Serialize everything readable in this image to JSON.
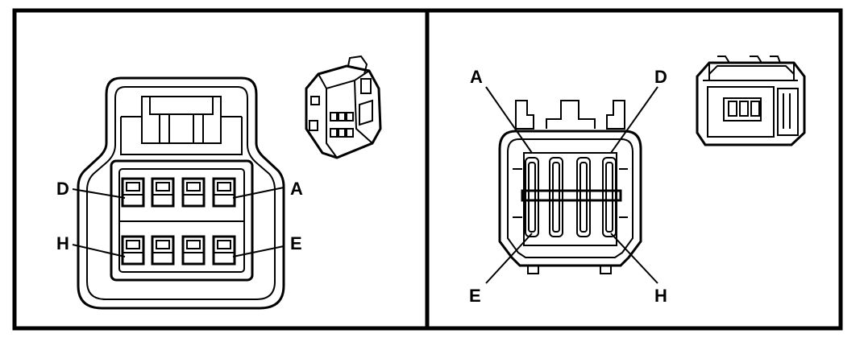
{
  "left_panel": {
    "view": "mating-face",
    "pin_labels": {
      "top_left": "D",
      "top_right": "A",
      "bottom_left": "H",
      "bottom_right": "E"
    }
  },
  "right_panel": {
    "view": "mating-face",
    "pin_labels": {
      "top_left": "A",
      "top_right": "D",
      "bottom_left": "E",
      "bottom_right": "H"
    }
  },
  "colors": {
    "line": "#000000",
    "background": "#ffffff"
  }
}
